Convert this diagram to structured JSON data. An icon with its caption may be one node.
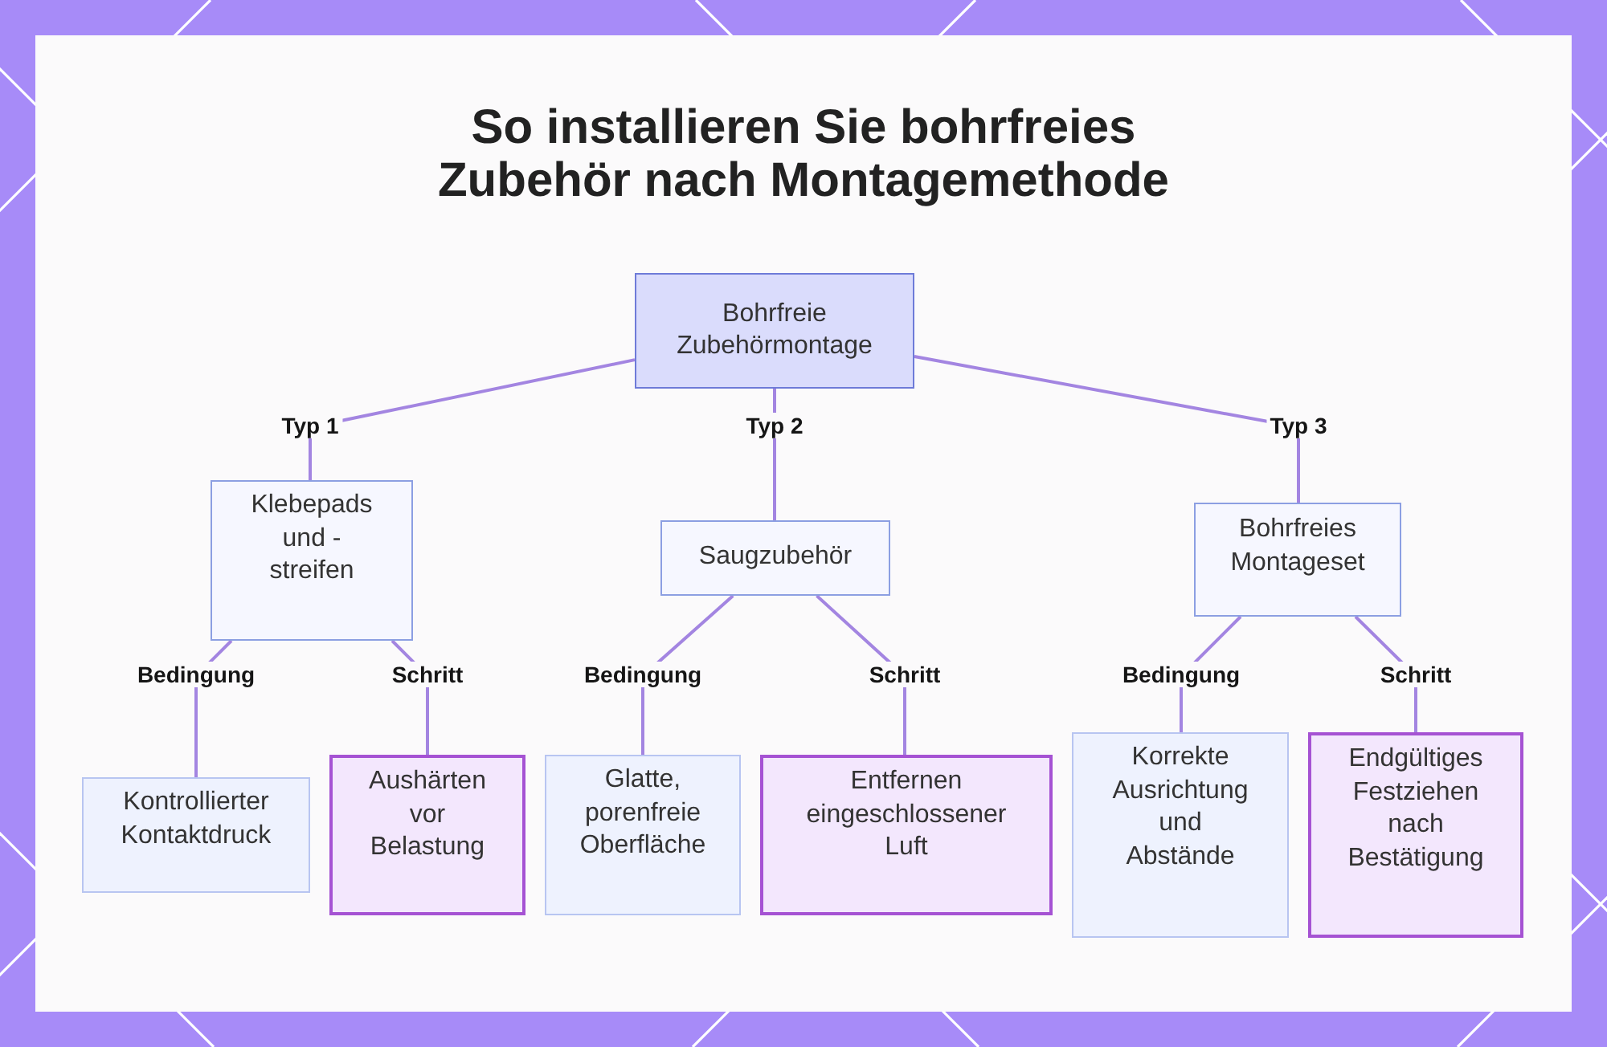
{
  "diagram": {
    "title": "So installieren Sie bohrfreies Zubehör nach Montagemethode",
    "nodes": [
      {
        "text": [
          "Bohrfreie Zubehörmontage"
        ]
      },
      {
        "text": [
          "Klebepads und - streifen"
        ]
      },
      {
        "text": [
          "Saugzubehör"
        ]
      },
      {
        "text": [
          "Bohrfreies Montageset"
        ]
      },
      {
        "text": [
          "Kontrollierter Kontaktdruck"
        ]
      },
      {
        "text": [
          "Aushärten vor Belastung"
        ]
      },
      {
        "text": [
          "Glatte, porenfreie Oberfläche"
        ]
      },
      {
        "text": [
          "Entfernen eingeschlossener Luft"
        ]
      },
      {
        "text": [
          "Korrekte Ausrichtung und Abstände"
        ]
      },
      {
        "text": [
          "Endgültiges Festziehen nach Bestätigung"
        ]
      }
    ],
    "edges": [
      {
        "from": 0,
        "to": 1,
        "arrow": "none",
        "label": "Typ 1"
      },
      {
        "from": 0,
        "to": 2,
        "arrow": "none",
        "label": "Typ 2"
      },
      {
        "from": 0,
        "to": 3,
        "arrow": "none",
        "label": "Typ 3"
      },
      {
        "from": 1,
        "to": 4,
        "arrow": "none",
        "label": "Bedingung"
      },
      {
        "from": 1,
        "to": 5,
        "arrow": "none",
        "label": "Schritt"
      },
      {
        "from": 2,
        "to": 6,
        "arrow": "none",
        "label": "Bedingung"
      },
      {
        "from": 2,
        "to": 7,
        "arrow": "none",
        "label": "Schritt"
      },
      {
        "from": 3,
        "to": 8,
        "arrow": "none",
        "label": "Bedingung"
      },
      {
        "from": 3,
        "to": 9,
        "arrow": "none",
        "label": "Schritt"
      }
    ]
  }
}
